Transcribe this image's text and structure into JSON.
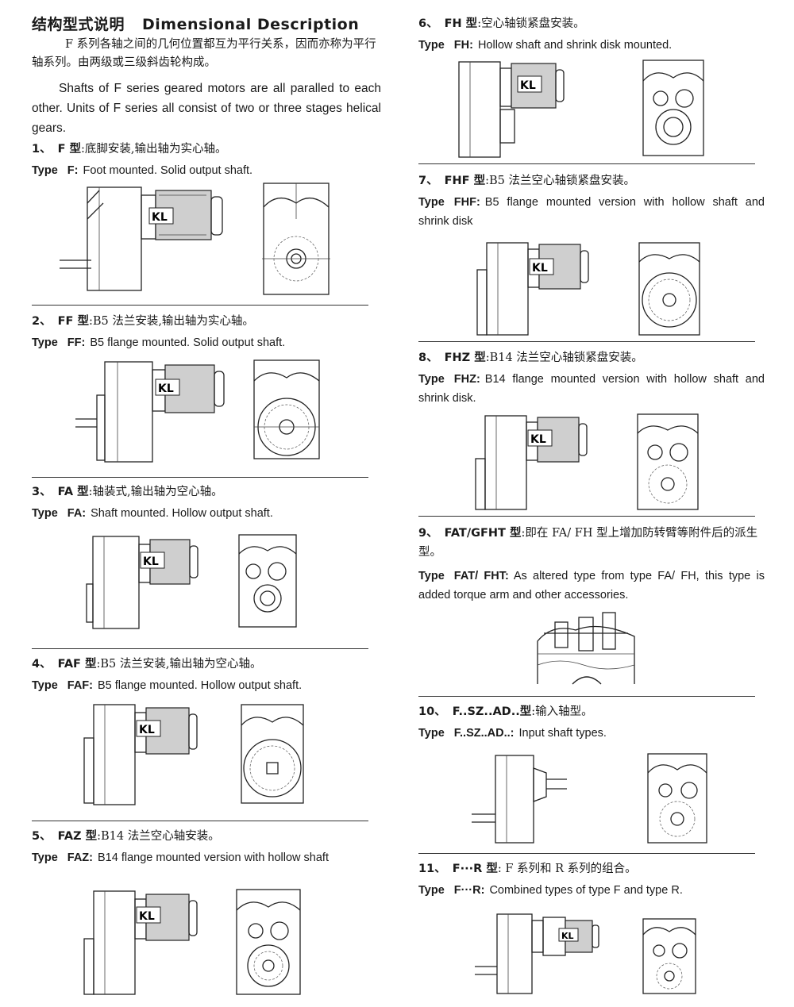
{
  "header": {
    "title_zh": "结构型式说明",
    "title_en": "Dimensional Description",
    "intro_zh": "F 系列各轴之间的几何位置都互为平行关系，因而亦称为平行轴系列。由两级或三级斜齿轮构成。",
    "intro_en": "Shafts of F series geared motors are all paralled to each other. Units of F series all consist of two or three stages helical gears."
  },
  "brand_label": "KL",
  "sections": [
    {
      "num": "1、",
      "code": "F 型",
      "zh": ":底脚安装,输出轴为实心轴。",
      "type_label": "Type",
      "type_name": "F:",
      "desc": "Foot mounted. Solid output shaft."
    },
    {
      "num": "2、",
      "code": "FF 型",
      "zh": ":B5 法兰安装,输出轴为实心轴。",
      "type_label": "Type",
      "type_name": "FF:",
      "desc": "B5 flange mounted. Solid output shaft."
    },
    {
      "num": "3、",
      "code": "FA 型",
      "zh": ":轴装式,输出轴为空心轴。",
      "type_label": "Type",
      "type_name": "FA:",
      "desc": "Shaft mounted. Hollow output shaft."
    },
    {
      "num": "4、",
      "code": "FAF 型",
      "zh": ":B5 法兰安装,输出轴为空心轴。",
      "type_label": "Type",
      "type_name": "FAF:",
      "desc": "B5 flange mounted. Hollow output shaft."
    },
    {
      "num": "5、",
      "code": "FAZ 型",
      "zh": ":B14 法兰空心轴安装。",
      "type_label": "Type",
      "type_name": "FAZ:",
      "desc": "B14 flange mounted version with hollow shaft"
    },
    {
      "num": "6、",
      "code": "FH 型",
      "zh": ":空心轴锁紧盘安装。",
      "type_label": "Type",
      "type_name": "FH:",
      "desc": "Hollow shaft and shrink disk mounted."
    },
    {
      "num": "7、",
      "code": "FHF 型",
      "zh": ":B5 法兰空心轴锁紧盘安装。",
      "type_label": "Type",
      "type_name": "FHF:",
      "desc": "B5 flange mounted version with hollow shaft and shrink disk"
    },
    {
      "num": "8、",
      "code": "FHZ 型",
      "zh": ":B14 法兰空心轴锁紧盘安装。",
      "type_label": "Type",
      "type_name": "FHZ:",
      "desc": "B14 flange mounted version with hollow shaft and shrink disk."
    },
    {
      "num": "9、",
      "code": "FAT/GFHT 型",
      "zh": ":即在 FA/ FH 型上增加防转臂等附件后的派生型。",
      "type_label": "Type",
      "type_name": "FAT/ FHT:",
      "desc": "As altered type from type FA/ FH, this type is added torque arm and other accessories."
    },
    {
      "num": "10、",
      "code": "F..SZ..AD..型",
      "zh": ":输入轴型。",
      "type_label": "Type",
      "type_name": "F..SZ..AD..:",
      "desc": "Input shaft types."
    },
    {
      "num": "11、",
      "code": "F···R 型",
      "zh": ": F 系列和 R 系列的组合。",
      "type_label": "Type",
      "type_name": "F···R:",
      "desc": "Combined types of type F and type R."
    }
  ]
}
